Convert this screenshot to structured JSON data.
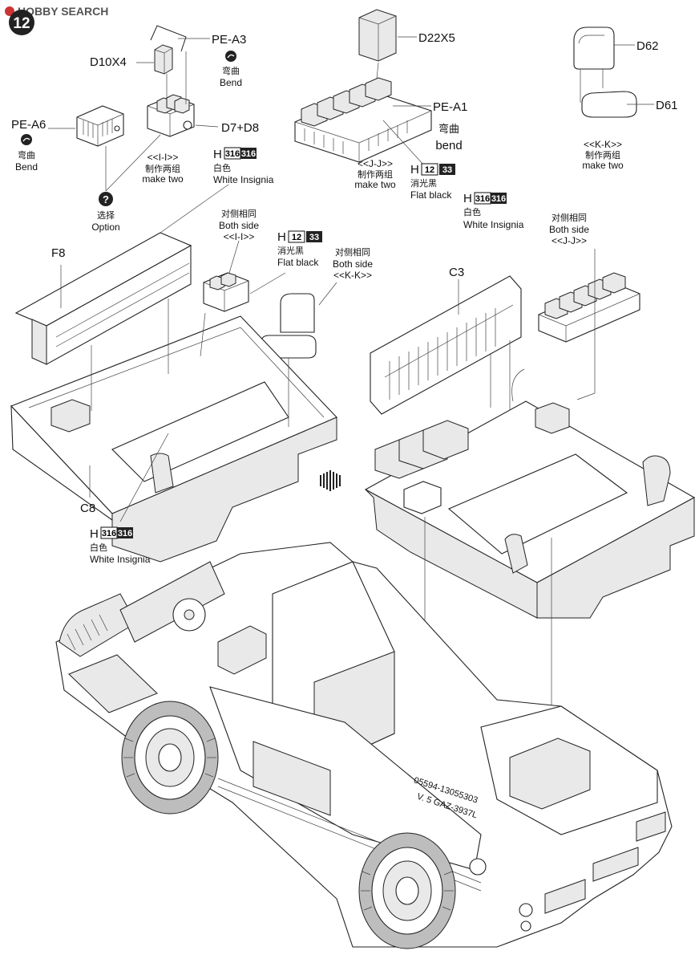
{
  "watermark": {
    "brand": "HOBBY SEARCH"
  },
  "step_number": "12",
  "parts": {
    "d10x4": "D10X4",
    "pe_a3": "PE-A3",
    "pe_a6": "PE-A6",
    "d7_d8": "D7+D8",
    "d22x5": "D22X5",
    "pe_a1": "PE-A1",
    "d62": "D62",
    "d61": "D61",
    "f8": "F8",
    "c3": "C3",
    "c8": "C8"
  },
  "notes": {
    "bend_cn": "弯曲",
    "bend_en": "Bend",
    "bend_cn_2": "弯曲",
    "bend_en_lower": "bend",
    "option_cn": "选择",
    "option_en": "Option",
    "option_symbol": "?",
    "make_two_cn": "制作两组",
    "make_two_en": "make two",
    "both_side_cn": "对侧相同",
    "both_side_en": "Both side",
    "white_cn": "白色",
    "white_en": "White Insignia",
    "black_cn": "消光黑",
    "black_en": "Flat black"
  },
  "subassemblies": {
    "i": "<<I-I>>",
    "j": "<<J-J>>",
    "k": "<<K-K>>"
  },
  "paint_codes": {
    "h": "H",
    "white_1": "316",
    "white_2": "316",
    "black_1": "12",
    "black_2": "33"
  },
  "vehicle_markings": {
    "line1": "05594-13055303",
    "line2": "V. 5  GAZ-3937L"
  }
}
